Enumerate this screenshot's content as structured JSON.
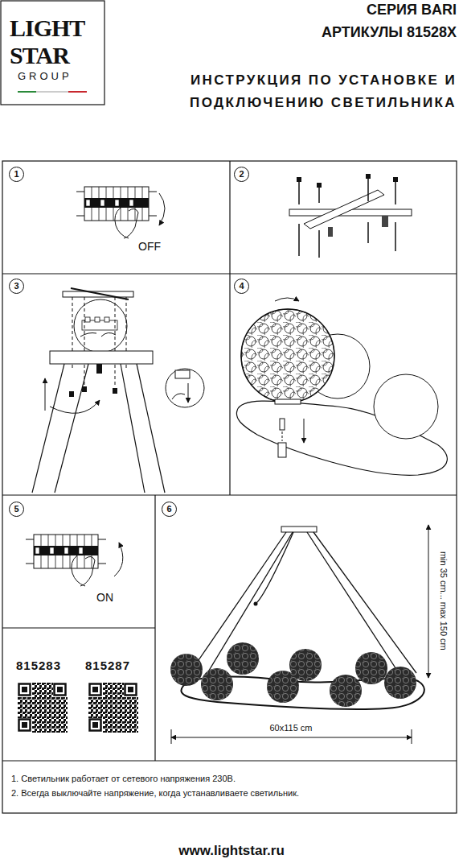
{
  "diagram": {
    "title": "ИНСТРУКЦИЯ ПО УСТАНОВКЕ И ПОДКЛЮЧЕНИЮ СВЕТИЛЬНИКА",
    "nodes": [
      {
        "text": [
          "1"
        ]
      },
      {
        "text": [
          "2"
        ]
      },
      {
        "text": [
          "3"
        ]
      },
      {
        "text": [
          "4"
        ]
      },
      {
        "text": [
          "5"
        ]
      },
      {
        "text": [
          "6"
        ]
      }
    ],
    "labels": [
      "LIGHT",
      "STAR",
      "GROUP",
      "СЕРИЯ BARI",
      "АРТИКУЛЫ 81528X",
      "OFF",
      "ON",
      "min 35 cm... max 150 cm",
      "60x115 cm",
      "815283",
      "815287",
      "1. Светильник работает от сетевого напряжения 230В.",
      "2. Всегда выключайте напряжение, когда устанавливаете светильник.",
      "www.lightstar.ru"
    ]
  }
}
